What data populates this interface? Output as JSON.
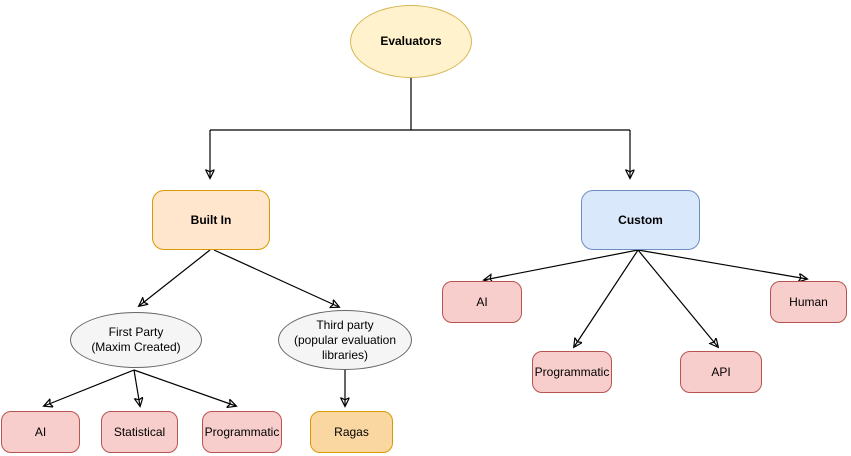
{
  "diagram": {
    "title": "Evaluators taxonomy flowchart",
    "colors": {
      "yellow_fill": "#FFF2CC",
      "yellow_border": "#D6B656",
      "orange_fill": "#FFE6CC",
      "orange_border": "#D79B00",
      "blue_fill": "#DAE8FC",
      "blue_border": "#6C8EBF",
      "gray_fill": "#F5F5F5",
      "gray_border": "#666666",
      "red_fill": "#F8CECC",
      "red_border": "#B85450",
      "ragas_fill": "#FAD7A0",
      "ragas_border": "#D79B00",
      "line": "#000000"
    },
    "nodes": {
      "evaluators": {
        "label": "Evaluators",
        "shape": "ellipse",
        "style": "yellow"
      },
      "built_in": {
        "label": "Built In",
        "shape": "rounded-rect",
        "style": "orange"
      },
      "custom": {
        "label": "Custom",
        "shape": "rounded-rect",
        "style": "blue"
      },
      "first_party": {
        "label": "First Party\n(Maxim Created)",
        "shape": "ellipse",
        "style": "gray"
      },
      "third_party": {
        "label": "Third party\n(popular evaluation\nlibraries)",
        "shape": "ellipse",
        "style": "gray"
      },
      "builtin_ai": {
        "label": "AI",
        "shape": "rounded-rect",
        "style": "red"
      },
      "builtin_statistical": {
        "label": "Statistical",
        "shape": "rounded-rect",
        "style": "red"
      },
      "builtin_programmatic": {
        "label": "Programmatic",
        "shape": "rounded-rect",
        "style": "red"
      },
      "ragas": {
        "label": "Ragas",
        "shape": "rounded-rect",
        "style": "ragas"
      },
      "custom_ai": {
        "label": "AI",
        "shape": "rounded-rect",
        "style": "red"
      },
      "custom_programmatic": {
        "label": "Programmatic",
        "shape": "rounded-rect",
        "style": "red"
      },
      "custom_api": {
        "label": "API",
        "shape": "rounded-rect",
        "style": "red"
      },
      "custom_human": {
        "label": "Human",
        "shape": "rounded-rect",
        "style": "red"
      }
    },
    "edges": [
      {
        "from": "evaluators",
        "to": "built_in"
      },
      {
        "from": "evaluators",
        "to": "custom"
      },
      {
        "from": "built_in",
        "to": "first_party"
      },
      {
        "from": "built_in",
        "to": "third_party"
      },
      {
        "from": "first_party",
        "to": "builtin_ai"
      },
      {
        "from": "first_party",
        "to": "builtin_statistical"
      },
      {
        "from": "first_party",
        "to": "builtin_programmatic"
      },
      {
        "from": "third_party",
        "to": "ragas"
      },
      {
        "from": "custom",
        "to": "custom_ai"
      },
      {
        "from": "custom",
        "to": "custom_programmatic"
      },
      {
        "from": "custom",
        "to": "custom_api"
      },
      {
        "from": "custom",
        "to": "custom_human"
      }
    ]
  }
}
